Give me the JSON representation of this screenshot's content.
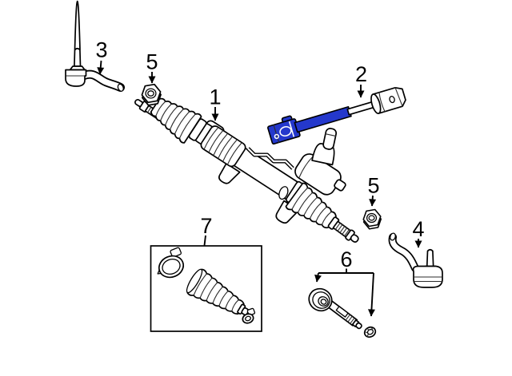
{
  "diagram": {
    "background_color": "#ffffff",
    "line_color": "#000000",
    "highlight_color": "#2438cc",
    "highlighted_callout": "2",
    "callouts": [
      {
        "id": "callout-1",
        "label": "1"
      },
      {
        "id": "callout-2",
        "label": "2"
      },
      {
        "id": "callout-3",
        "label": "3"
      },
      {
        "id": "callout-4",
        "label": "4"
      },
      {
        "id": "callout-5-upper",
        "label": "5"
      },
      {
        "id": "callout-5-middle",
        "label": "5"
      },
      {
        "id": "callout-6",
        "label": "6"
      },
      {
        "id": "callout-7",
        "label": "7"
      }
    ]
  }
}
